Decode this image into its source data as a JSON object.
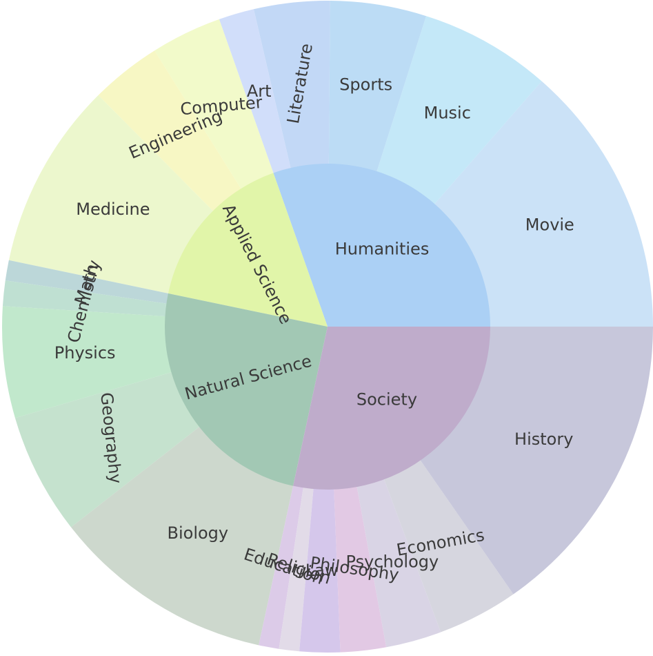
{
  "chart_data": {
    "type": "sunburst",
    "inner": [
      {
        "name": "Humanities",
        "color": "#abd0f5",
        "label_angle": 0
      },
      {
        "name": "Applied Science",
        "color": "#e1f5a9",
        "label_angle": -63
      },
      {
        "name": "Natural Science",
        "color": "#a2c8b4",
        "label_angle": 15
      },
      {
        "name": "Society",
        "color": "#bfaccb",
        "label_angle": 0
      }
    ],
    "outer": [
      {
        "parent": "Humanities",
        "name": "Movie",
        "value": 54,
        "color": "#cbe2f7",
        "label_angle": 0
      },
      {
        "parent": "Humanities",
        "name": "Music",
        "value": 26,
        "color": "#c4e8f8",
        "label_angle": 0
      },
      {
        "parent": "Humanities",
        "name": "Sports",
        "value": 19,
        "color": "#bcdcf5",
        "label_angle": 0
      },
      {
        "parent": "Humanities",
        "name": "Literature",
        "value": 15,
        "color": "#c2d8f6",
        "label_angle": 80
      },
      {
        "parent": "Humanities",
        "name": "Art",
        "value": 7,
        "color": "#d1defa",
        "label_angle": 0
      },
      {
        "parent": "Applied Science",
        "name": "Computer",
        "value": 14,
        "color": "#f2faca",
        "label_angle": 5
      },
      {
        "parent": "Applied Science",
        "name": "Engineering",
        "value": 14,
        "color": "#f7f7c4",
        "label_angle": 23
      },
      {
        "parent": "Applied Science",
        "name": "Medicine",
        "value": 37,
        "color": "#ecf7cd",
        "label_angle": 0
      },
      {
        "parent": "Natural Science",
        "name": "Math",
        "value": 4,
        "color": "#bcd7d9",
        "label_angle": 72
      },
      {
        "parent": "Natural Science",
        "name": "Chemistry",
        "value": 5,
        "color": "#bfe0d2",
        "label_angle": 75
      },
      {
        "parent": "Natural Science",
        "name": "Physics",
        "value": 22,
        "color": "#c1e8cc",
        "label_angle": 0
      },
      {
        "parent": "Natural Science",
        "name": "Geography",
        "value": 24,
        "color": "#c5e2ce",
        "label_angle": -84
      },
      {
        "parent": "Natural Science",
        "name": "Biology",
        "value": 44,
        "color": "#cdd8cd",
        "label_angle": 0
      },
      {
        "parent": "Society",
        "name": "Education",
        "value": 4,
        "color": "#dccbe8",
        "label_angle": -18
      },
      {
        "parent": "Society",
        "name": "Religion",
        "value": 4,
        "color": "#e2dbe8",
        "label_angle": -18
      },
      {
        "parent": "Society",
        "name": "Law",
        "value": 8,
        "color": "#d5c7eb",
        "label_angle": 0
      },
      {
        "parent": "Society",
        "name": "Philosophy",
        "value": 9,
        "color": "#e2c9e4",
        "label_angle": -8
      },
      {
        "parent": "Society",
        "name": "Psychology",
        "value": 11,
        "color": "#d9d4e5",
        "label_angle": 0
      },
      {
        "parent": "Society",
        "name": "Economics",
        "value": 16,
        "color": "#d6d6df",
        "label_angle": 10
      },
      {
        "parent": "Society",
        "name": "History",
        "value": 61,
        "color": "#c7c7db",
        "label_angle": 0
      }
    ]
  }
}
